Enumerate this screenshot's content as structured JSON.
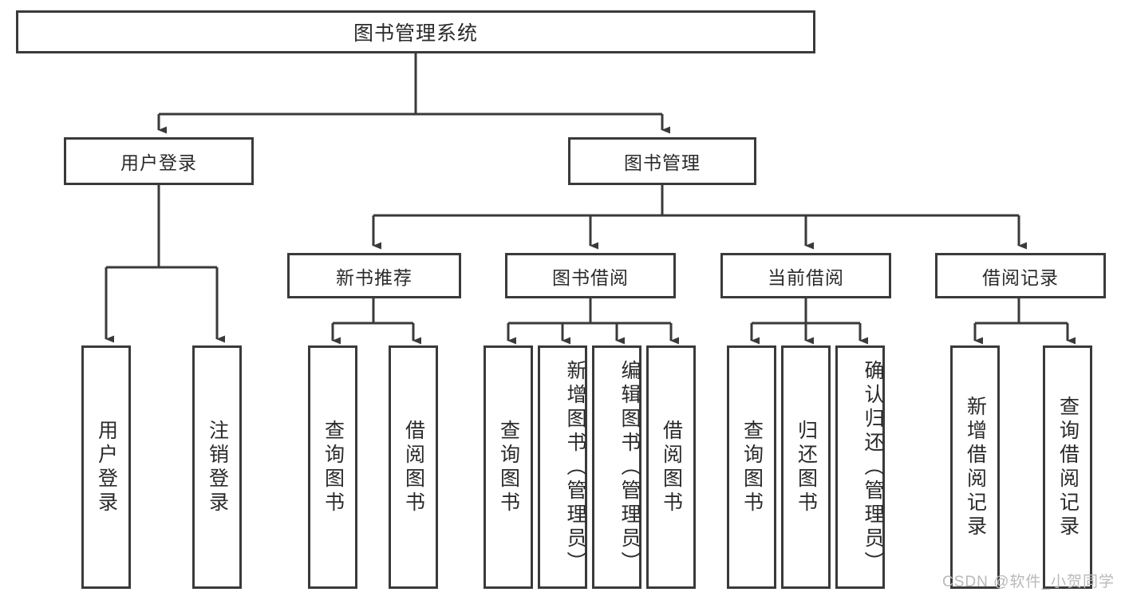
{
  "diagram": {
    "title": "图书管理系统",
    "type": "tree-hierarchy-chart",
    "root": {
      "label": "图书管理系统"
    },
    "level2": [
      {
        "label": "用户登录"
      },
      {
        "label": "图书管理"
      }
    ],
    "level3": [
      {
        "label": "新书推荐"
      },
      {
        "label": "图书借阅"
      },
      {
        "label": "当前借阅"
      },
      {
        "label": "借阅记录"
      }
    ],
    "leaves": {
      "user_login": [
        {
          "label": "用户登录"
        },
        {
          "label": "注销登录"
        }
      ],
      "new_book_recommend": [
        {
          "label": "查询图书"
        },
        {
          "label": "借阅图书"
        }
      ],
      "book_borrow": [
        {
          "label": "查询图书"
        },
        {
          "label": "新增图书（管理员）"
        },
        {
          "label": "编辑图书（管理员）"
        },
        {
          "label": "借阅图书"
        }
      ],
      "current_borrow": [
        {
          "label": "查询图书"
        },
        {
          "label": "归还图书"
        },
        {
          "label": "确认归还（管理员）"
        }
      ],
      "borrow_record": [
        {
          "label": "新增借阅记录"
        },
        {
          "label": "查询借阅记录"
        }
      ]
    }
  },
  "watermark": {
    "text": "CSDN @软件_小贺同学"
  },
  "colors": {
    "stroke": "#3a3a3a",
    "background": "#ffffff",
    "text": "#2a2a2a",
    "watermark": "#b9b9b9"
  }
}
